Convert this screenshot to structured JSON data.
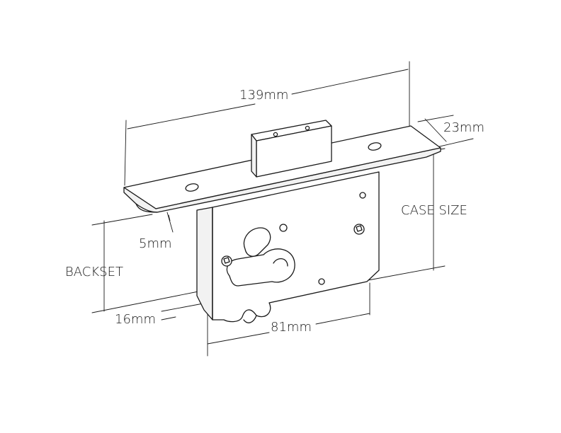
{
  "labels": {
    "length": "139mm",
    "faceplate_width": "23mm",
    "case_size": "CASE SIZE",
    "faceplate_thickness": "5mm",
    "backset": "BACKSET",
    "offset": "16mm",
    "case_width": "81mm"
  },
  "colors": {
    "stroke": "#1a1a1a",
    "background": "#ffffff",
    "shade": "#f2f2f2"
  }
}
